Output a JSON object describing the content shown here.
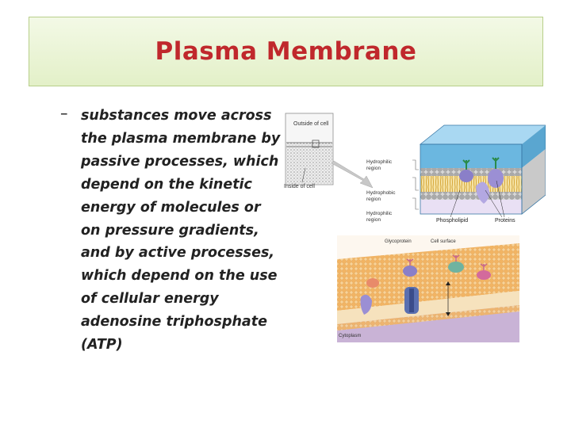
{
  "slide": {
    "title": "Plasma Membrane",
    "bullet_marker": "–",
    "body_text": "substances move across the plasma membrane by passive processes, which depend on the kinetic energy of molecules or on pressure gradients, and by active processes, which depend on the use of cellular energy adenosine triphosphate (ATP)"
  },
  "figure_top": {
    "outside_label": "Outside of cell",
    "inside_label": "Inside of cell",
    "hydrophilic_top": [
      "Hydrophilic",
      "region"
    ],
    "hydrophobic": [
      "Hydrophobic",
      "region"
    ],
    "hydrophilic_bottom": [
      "Hydrophilic",
      "region"
    ],
    "phospholipid_label": "Phospholipid",
    "proteins_label": "Proteins"
  },
  "figure_bottom": {
    "glycoprotein_label": "Glycoprotein",
    "cell_surface_label": "Cell surface",
    "cytoplasm_label": "Cytoplasm"
  },
  "colors": {
    "title": "#c0282c",
    "title_box_bg": "#e3f0c8",
    "membrane_head": "#b8b8b8",
    "tail": "#e8c060",
    "protein": "#8a7fc8",
    "water": "#6bb7e0",
    "bottom_head": "#f2b463"
  }
}
